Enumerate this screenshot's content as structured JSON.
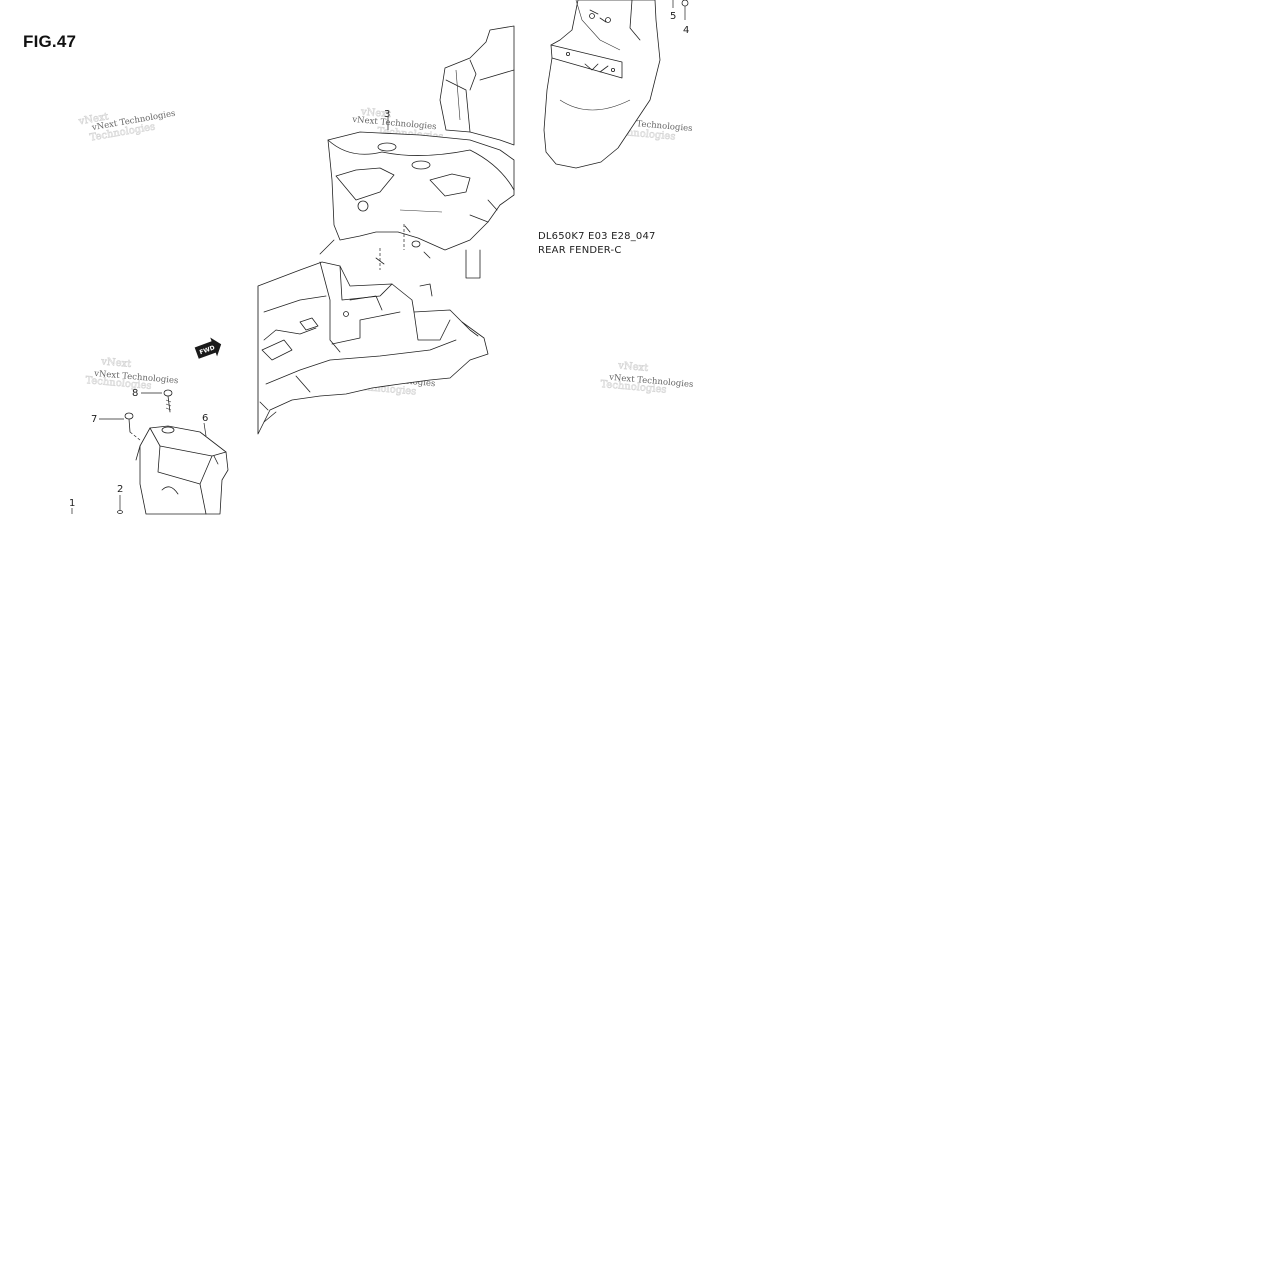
{
  "figure": {
    "title": "FIG.47",
    "caption_code": "DL650K7 E03 E28_047",
    "caption_name": "REAR FENDER-C"
  },
  "callouts": [
    "1",
    "2",
    "3",
    "4",
    "5",
    "6",
    "7",
    "8"
  ],
  "watermarks": [
    "vNext Technologies",
    "vNext Technologies",
    "vNext Technologies",
    "vNext Technologies",
    "vNext Technologies",
    "vNext Technologies"
  ],
  "direction_marker": {
    "label": "FWD",
    "icon": "forward-arrow-icon"
  }
}
